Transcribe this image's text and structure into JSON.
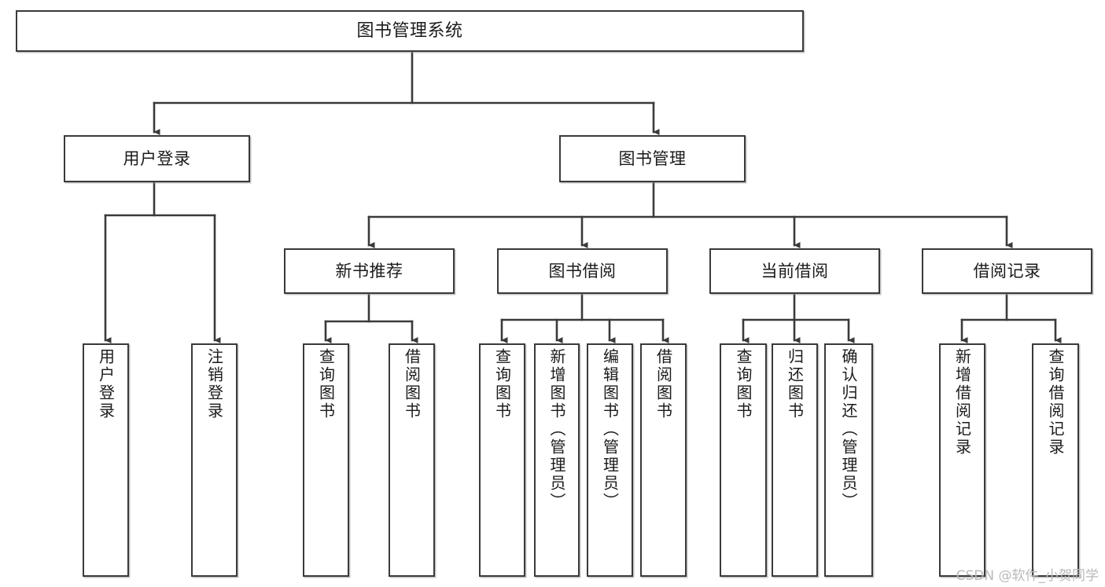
{
  "diagram": {
    "type": "tree-hierarchy-flowchart",
    "title": "图书管理系统",
    "watermark": "CSDN @软件_小贺同学",
    "colors": {
      "box_border": "#3a3a3a",
      "box_fill": "#ffffff",
      "connector": "#3a3a3a",
      "text": "#1b1b1b",
      "watermark": "#b9b9b9"
    },
    "nodes": {
      "root": {
        "label": "图书管理系统",
        "orientation": "horizontal"
      },
      "level2": [
        {
          "label": "用户登录",
          "orientation": "horizontal"
        },
        {
          "label": "图书管理",
          "orientation": "horizontal"
        }
      ],
      "level3": [
        {
          "label": "新书推荐",
          "orientation": "horizontal"
        },
        {
          "label": "图书借阅",
          "orientation": "horizontal"
        },
        {
          "label": "当前借阅",
          "orientation": "horizontal"
        },
        {
          "label": "借阅记录",
          "orientation": "horizontal"
        }
      ],
      "leaves": {
        "user_login": [
          {
            "label": "用户登录",
            "orientation": "vertical"
          },
          {
            "label": "注销登录",
            "orientation": "vertical"
          }
        ],
        "new_book_recommend": [
          {
            "label": "查询图书",
            "orientation": "vertical"
          },
          {
            "label": "借阅图书",
            "orientation": "vertical"
          }
        ],
        "book_borrow": [
          {
            "label": "查询图书",
            "orientation": "vertical"
          },
          {
            "label": "新增图书（管理员）",
            "orientation": "vertical"
          },
          {
            "label": "编辑图书（管理员）",
            "orientation": "vertical"
          },
          {
            "label": "借阅图书",
            "orientation": "vertical"
          }
        ],
        "current_borrow": [
          {
            "label": "查询图书",
            "orientation": "vertical"
          },
          {
            "label": "归还图书",
            "orientation": "vertical"
          },
          {
            "label": "确认归还（管理员）",
            "orientation": "vertical"
          }
        ],
        "borrow_record": [
          {
            "label": "新增借阅记录",
            "orientation": "vertical"
          },
          {
            "label": "查询借阅记录",
            "orientation": "vertical"
          }
        ]
      }
    }
  }
}
